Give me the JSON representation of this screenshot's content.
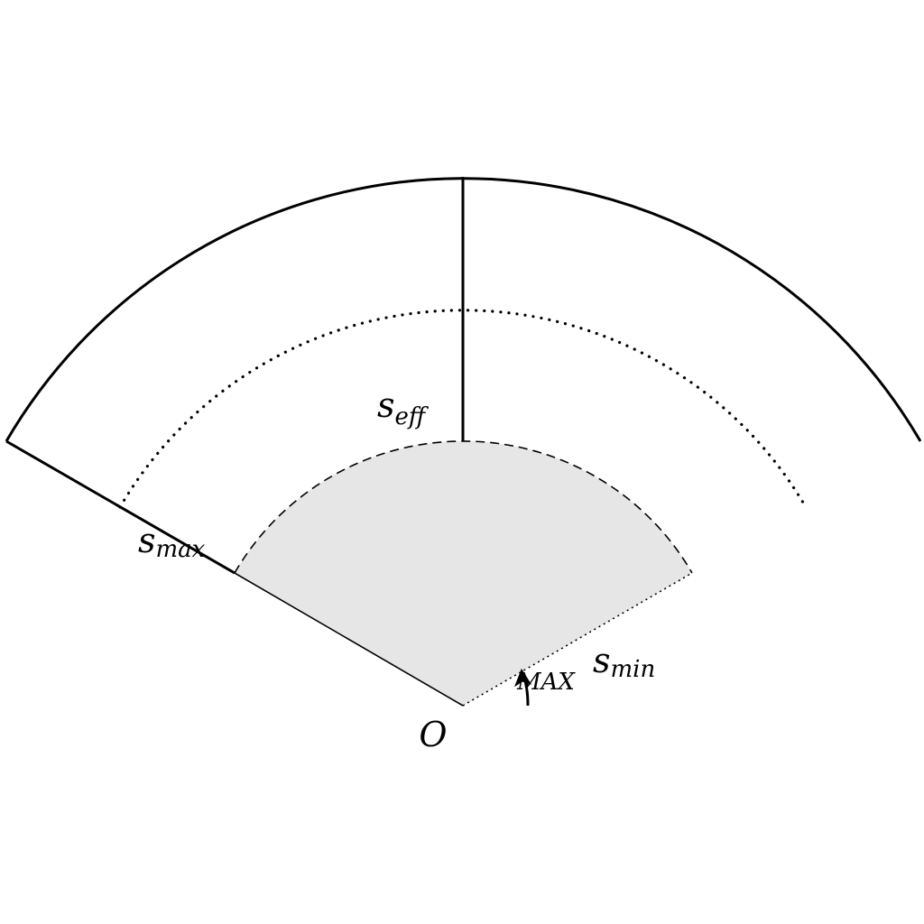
{
  "labels": {
    "origin": "O",
    "s_eff": {
      "base": "s",
      "sub": "eff"
    },
    "s_max": {
      "base": "s",
      "sub": "max"
    },
    "s_min": {
      "base": "s",
      "sub": "min"
    },
    "angle": "MAX"
  },
  "colors": {
    "stroke": "#000000",
    "shaded_sector": "#e6e6e6",
    "background": "#ffffff"
  }
}
